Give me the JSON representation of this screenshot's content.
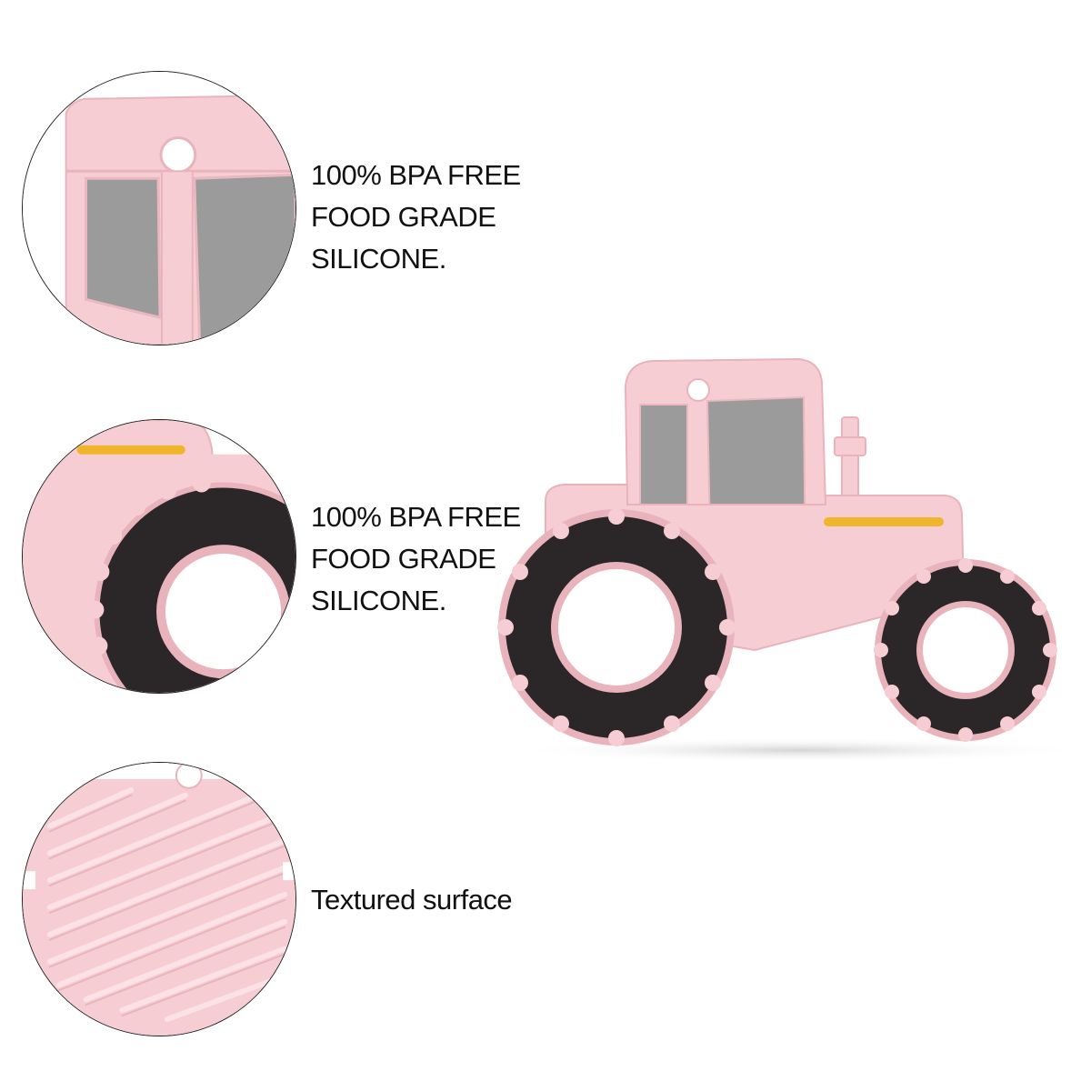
{
  "features": [
    {
      "image": "cab-window-closeup",
      "caption_lines": [
        "100% BPA FREE",
        "FOOD GRADE",
        "SILICONE."
      ]
    },
    {
      "image": "wheel-closeup",
      "caption_lines": [
        "100% BPA FREE",
        "FOOD GRADE",
        "SILICONE."
      ]
    },
    {
      "image": "textured-surface-closeup",
      "caption_lines": [
        "Textured surface"
      ]
    }
  ],
  "product": {
    "image": "pink-tractor-teether"
  },
  "colors": {
    "silicone_pink": "#f6cdd3",
    "silicone_pink_edge": "#e9b3bb",
    "window_gray": "#9b9b9b",
    "tire_black": "#2b2628",
    "stripe_yellow": "#f1b52c",
    "text": "#111111"
  }
}
